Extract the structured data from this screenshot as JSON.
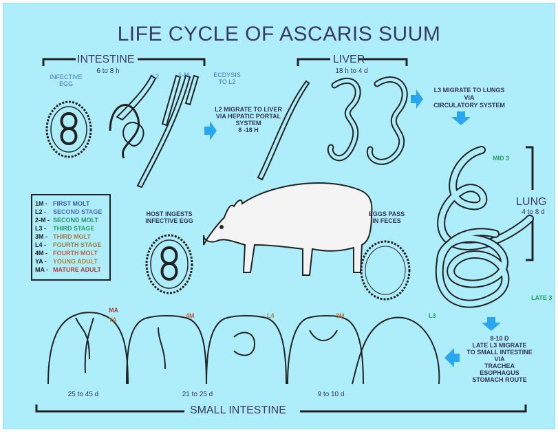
{
  "title": "LIFE CYCLE OF ASCARIS SUUM",
  "sections": {
    "intestine": "INTESTINE",
    "intestine_time": "6 to 8 h",
    "liver": "LIVER",
    "liver_time": "18 h to 4 d",
    "lung": "LUNG",
    "lung_time": "4 to 8 d",
    "small_intestine": "SMALL INTESTINE"
  },
  "labels": {
    "infective_egg": "INFECTIVE EGG",
    "l2": "L2",
    "one_m": "1-M",
    "ecdysis": "ECDYSIS TO L2",
    "l2_migrate": [
      "L2 MIGRATE TO LIVER",
      "VIA HEPATIC PORTAL",
      "SYSTEM",
      "8 -18 H"
    ],
    "l3_migrate_lungs": [
      "L3 MIGRATE TO LUNGS",
      "VIA",
      "CIRCULATORY SYSTEM"
    ],
    "mid3": "MID 3",
    "late3": "LATE 3",
    "host_ingests": [
      "HOST INGESTS",
      "INFECTIVE EGG"
    ],
    "eggs_pass": [
      "EGGS PASS",
      "IN FECES"
    ],
    "late_l3_route": [
      "8-10 D",
      "LATE L3 MIGRATE",
      "TO SMALL INTESTINE",
      "VIA",
      "TRACHEA",
      "ESOPHAGUS",
      "STOMACH ROUTE"
    ],
    "ma": "MA",
    "ya": "YA",
    "four_m": "4M",
    "l4": "L4",
    "three_m": "3M",
    "l3": "L3",
    "t_25_45": "25 to 45 d",
    "t_21_25": "21 to 25 d",
    "t_9_10": "9 to 10 d"
  },
  "legend": [
    {
      "code": "1M -",
      "text": "FIRST MOLT",
      "color": "#3b5ba8"
    },
    {
      "code": "L2 -",
      "text": "SECOND STAGE",
      "color": "#4a6fbf"
    },
    {
      "code": "2-M -",
      "text": "SECOND MOLT",
      "color": "#2e8f6e"
    },
    {
      "code": "L3 -",
      "text": "THIRD STAGE",
      "color": "#28a060"
    },
    {
      "code": "3M -",
      "text": "THIRD MOLT",
      "color": "#b07840"
    },
    {
      "code": "L4 -",
      "text": "FOURTH STAGE",
      "color": "#a08040"
    },
    {
      "code": "4M -",
      "text": "FOURTH MOLT",
      "color": "#c06040"
    },
    {
      "code": "YA -",
      "text": "YOUNG ADULT",
      "color": "#b08030"
    },
    {
      "code": "MA -",
      "text": "MATURE ADULT",
      "color": "#b04040"
    }
  ],
  "colors": {
    "background": "#aeeefa",
    "arrow": "#2aa6f0",
    "ink": "#222222",
    "title": "#3a3a5e",
    "stage_green": "#28a060",
    "stage_orange": "#c07030",
    "stage_red": "#b04040"
  }
}
